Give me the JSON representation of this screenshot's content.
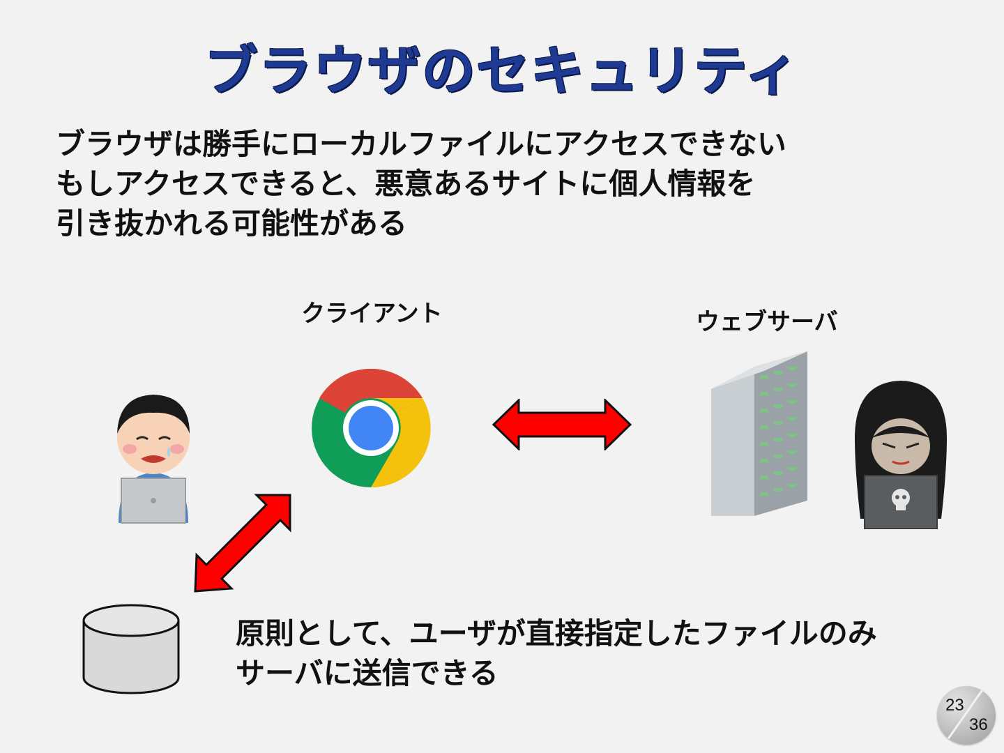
{
  "slide": {
    "title": "ブラウザのセキュリティ",
    "body_lines": [
      "ブラウザは勝手にローカルファイルにアクセスできない",
      "もしアクセスできると、悪意あるサイトに個人情報を",
      "引き抜かれる可能性がある"
    ],
    "client_label": "クライアント",
    "server_label": "ウェブサーバ",
    "bottom_lines": [
      "原則として、ユーザが直接指定したファイルのみ",
      "サーバに送信できる"
    ],
    "page_current": "23",
    "page_total": "36"
  },
  "colors": {
    "background": "#f2f2f2",
    "title": "#1f3a93",
    "arrow_fill": "#ff0000",
    "chrome_red": "#db4437",
    "chrome_yellow": "#f4c20d",
    "chrome_green": "#0f9d58",
    "chrome_blue": "#4285f4"
  },
  "icons": [
    "worried-user-with-laptop-icon",
    "chrome-browser-icon",
    "server-rack-icon",
    "hacker-with-laptop-icon",
    "local-storage-cylinder-icon",
    "double-arrow-icon"
  ]
}
